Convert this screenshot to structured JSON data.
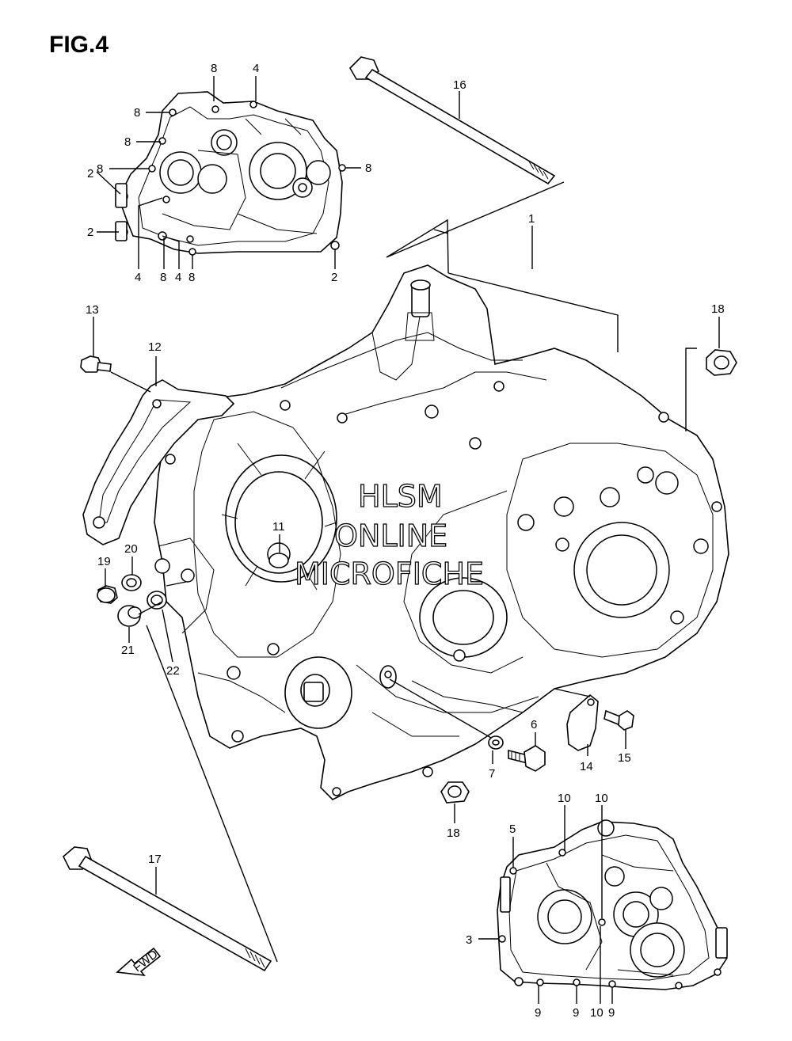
{
  "figure": {
    "title": "FIG.4"
  },
  "watermark": {
    "line1": "HLSM",
    "line2": "ONLINE",
    "line3": "MICROFICHE"
  },
  "fwd_label": "FWD",
  "callouts": {
    "c1": "1",
    "c16": "16",
    "c18a": "18",
    "c18b": "18",
    "c13": "13",
    "c12": "12",
    "c11": "11",
    "c20": "20",
    "c19": "19",
    "c21": "21",
    "c22": "22",
    "c6": "6",
    "c7": "7",
    "c14": "14",
    "c15": "15",
    "c17": "17",
    "ul_8a": "8",
    "ul_4a": "4",
    "ul_8b": "8",
    "ul_8c": "8",
    "ul_8d": "8",
    "ul_8e": "8",
    "ul_2a": "2",
    "ul_2b": "2",
    "ul_4b": "4",
    "ul_8f": "8",
    "ul_4c": "4",
    "ul_8g": "8",
    "ul_2c": "2",
    "lr_5": "5",
    "lr_10a": "10",
    "lr_10b": "10",
    "lr_3": "3",
    "lr_9a": "9",
    "lr_9b": "9",
    "lr_10c": "10",
    "lr_9c": "9"
  }
}
